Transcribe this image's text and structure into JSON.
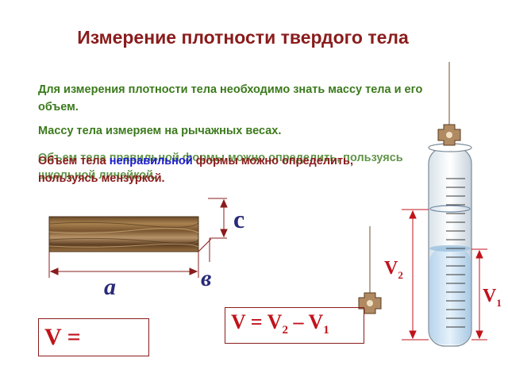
{
  "title": "Измерение плотности твердого тела",
  "paragraphs": {
    "p1": "Для измерения плотности тела необходимо знать массу тела и его объем.",
    "p2": "Массу тела измеряем на рычажных весах.",
    "p3_overlap": "Объем тела правильной формы можно определить, пользуясь школьной линейкой.",
    "p4_part1": "Объем тела ",
    "p4_highlight": "неправильной",
    "p4_part2": " формы можно определить, пользуясь мензуркой."
  },
  "labels": {
    "c": "с",
    "v": "в",
    "a": "а",
    "V2": "V",
    "V2_sub": "2",
    "V1": "V",
    "V1_sub": "1"
  },
  "formula": {
    "prefix": "V = V",
    "sub1": "2",
    "minus": " – V",
    "sub2": "1"
  },
  "volume_label": "V =",
  "colors": {
    "title": "#8a1c1c",
    "green_text": "#3b7a1c",
    "highlight": "#1a1acf",
    "formula": "#c0141c",
    "water": "#cfe3f2"
  }
}
